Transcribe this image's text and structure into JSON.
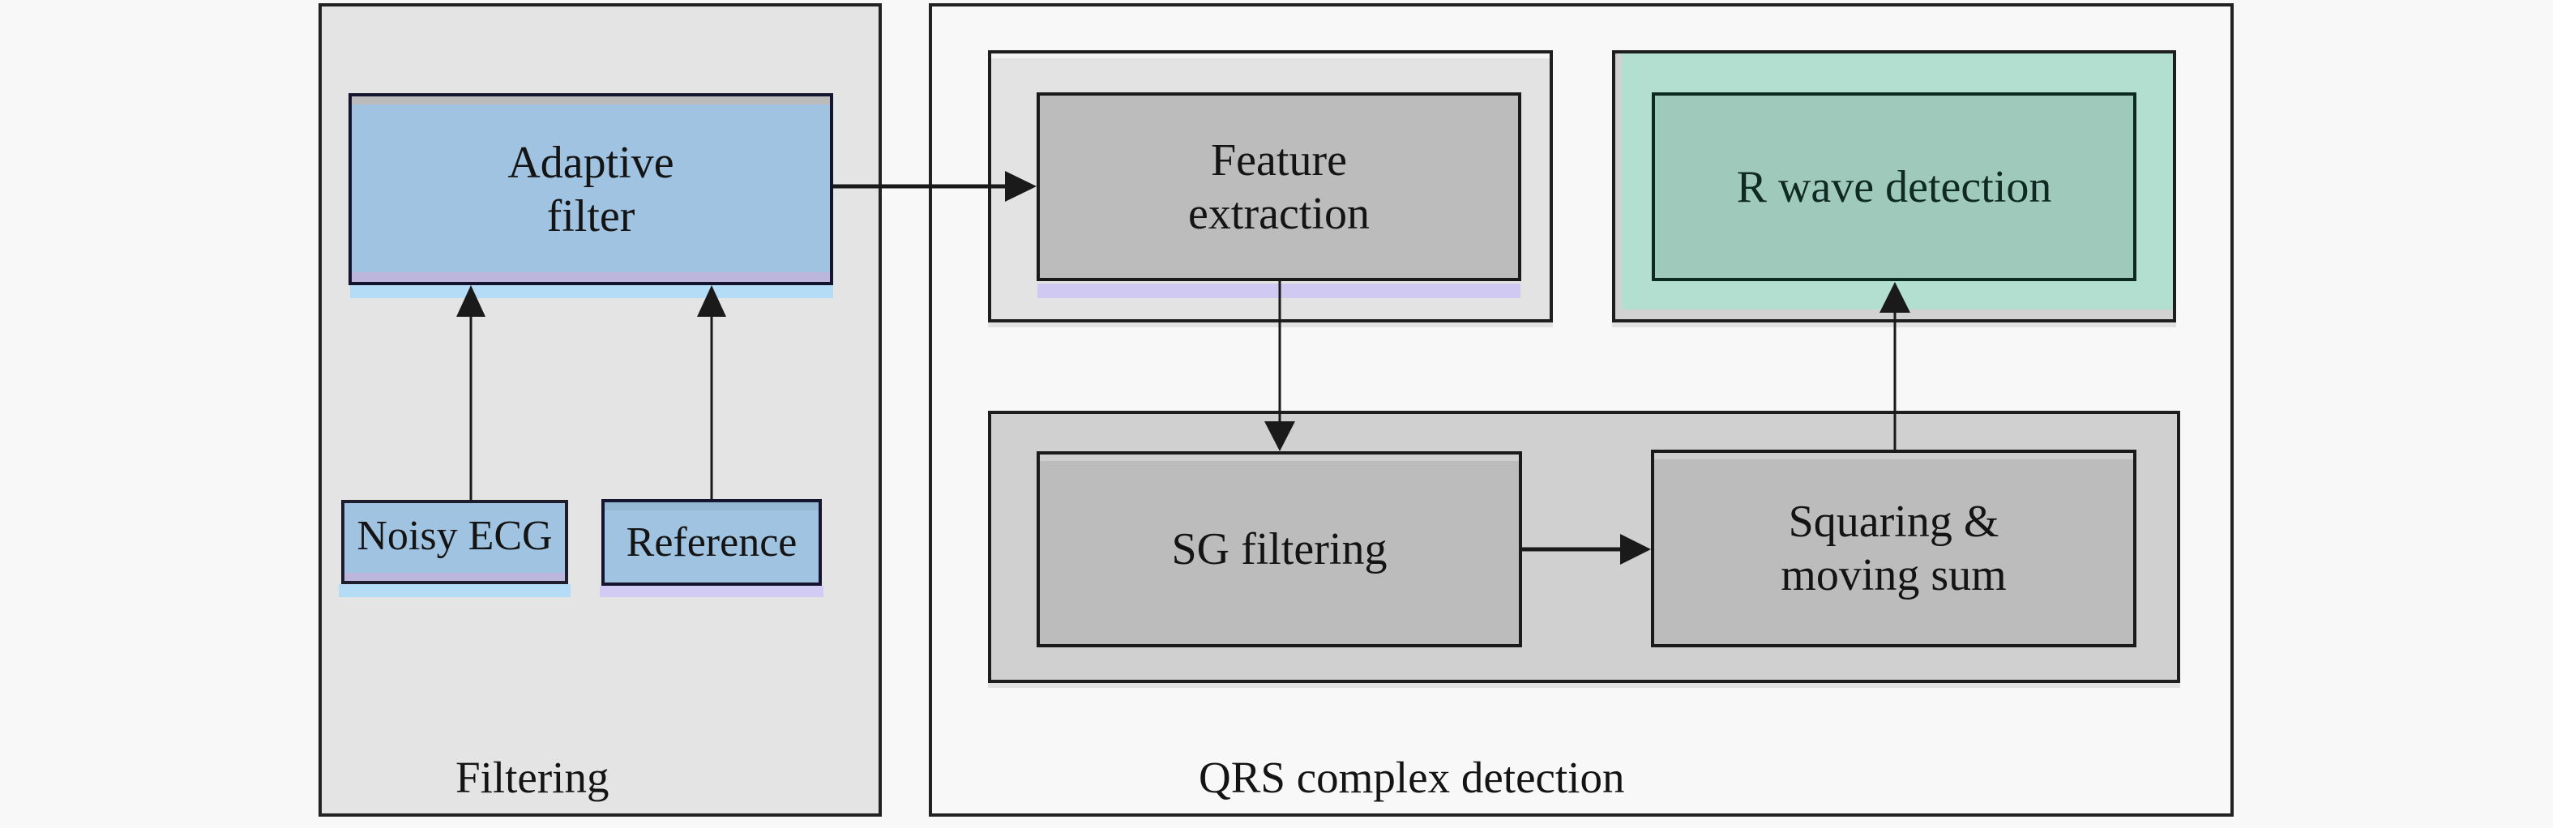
{
  "diagram": {
    "panels": {
      "filtering": {
        "caption": "Filtering"
      },
      "qrs": {
        "caption": "QRS complex detection"
      }
    },
    "nodes": {
      "adaptive_filter": {
        "lines": [
          "Adaptive",
          "filter"
        ]
      },
      "noisy_ecg": {
        "lines": [
          "Noisy ECG"
        ]
      },
      "reference": {
        "lines": [
          "Reference"
        ]
      },
      "feature_extraction": {
        "lines": [
          "Feature",
          "extraction"
        ]
      },
      "r_wave_detection": {
        "lines": [
          "R wave detection"
        ]
      },
      "sg_filtering": {
        "lines": [
          "SG filtering"
        ]
      },
      "squaring_moving_sum": {
        "lines": [
          "Squaring &",
          "moving sum"
        ]
      }
    },
    "edges": [
      {
        "from": "Noisy ECG",
        "to": "Adaptive filter"
      },
      {
        "from": "Reference",
        "to": "Adaptive filter"
      },
      {
        "from": "Adaptive filter",
        "to": "Feature extraction"
      },
      {
        "from": "Feature extraction",
        "to": "SG filtering"
      },
      {
        "from": "SG filtering",
        "to": "Squaring & moving sum"
      },
      {
        "from": "Squaring & moving sum",
        "to": "R wave detection"
      }
    ],
    "colors": {
      "input_box": "#9fc3e0",
      "process_box": "#bcbcbc",
      "detection_box": "#9fcabb",
      "detection_group": "#b3dfd0",
      "filter_panel": "#e4e4e4",
      "arrow": "#1a1a1a"
    }
  }
}
